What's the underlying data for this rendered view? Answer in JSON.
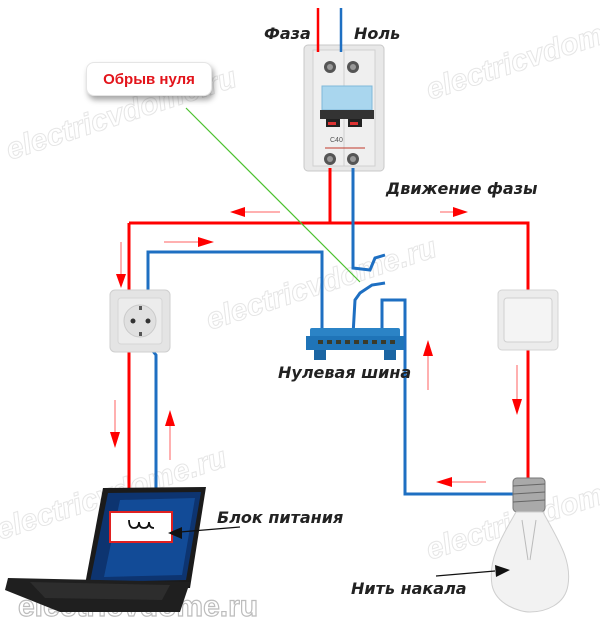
{
  "labels": {
    "phase": "Фаза",
    "neutral": "Ноль",
    "neutral_break": "Обрыв нуля",
    "phase_movement": "Движение фазы",
    "neutral_bus": "Нулевая шина",
    "power_supply": "Блок питания",
    "filament": "Нить накала"
  },
  "breaker": {
    "rating": "C40"
  },
  "watermarks": [
    "electricvdome.ru",
    "electricvdome.ru",
    "electricvdome.ru",
    "electricvdome.ru",
    "electricvdome.ru",
    "electricvdome.ru"
  ],
  "colors": {
    "phase_wire": "#ff0000",
    "neutral_wire": "#1e6fc2",
    "callout_text": "#e3141b",
    "pointer_line": "#4cc22f",
    "arrow": "#ff0000"
  }
}
